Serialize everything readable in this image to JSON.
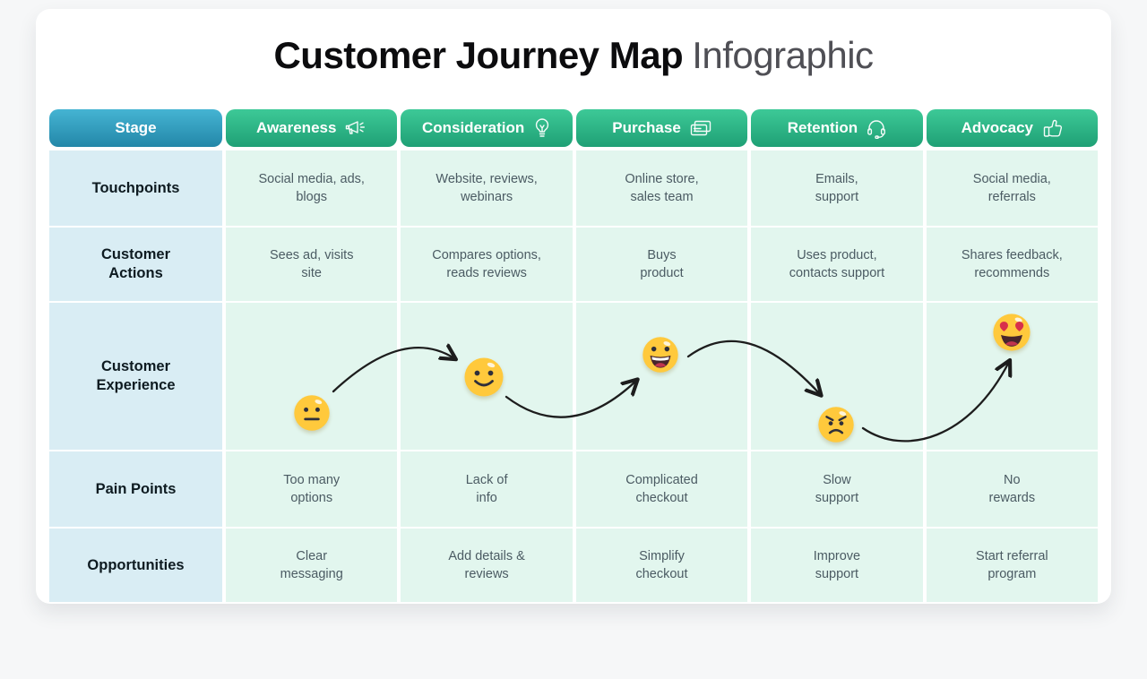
{
  "title": {
    "main": "Customer Journey Map",
    "suffix": "Infographic"
  },
  "colors": {
    "stage_header_top": "#45b4d3",
    "stage_header_bottom": "#2387a8",
    "stage_column_header_top": "#3dc997",
    "stage_column_header_bottom": "#1fa075",
    "row_label_cell": "#d9edf4",
    "data_cell": "#e2f6ee",
    "emoji_yellow": "#ffc93c",
    "arrow": "#1d1d1d"
  },
  "table": {
    "stage_label": "Stage",
    "stages": [
      {
        "label": "Awareness",
        "icon": "megaphone-icon"
      },
      {
        "label": "Consideration",
        "icon": "lightbulb-icon"
      },
      {
        "label": "Purchase",
        "icon": "credit-card-icon"
      },
      {
        "label": "Retention",
        "icon": "headset-icon"
      },
      {
        "label": "Advocacy",
        "icon": "thumbs-up-icon"
      }
    ],
    "rows": {
      "touchpoints": {
        "label": "Touchpoints",
        "cells": [
          "Social media, ads,\nblogs",
          "Website, reviews,\nwebinars",
          "Online store,\nsales team",
          "Emails,\nsupport",
          "Social media,\nreferrals"
        ]
      },
      "customer_actions": {
        "label": "Customer\nActions",
        "cells": [
          "Sees ad, visits\nsite",
          "Compares options,\nreads reviews",
          "Buys\nproduct",
          "Uses product,\ncontacts support",
          "Shares feedback,\nrecommends"
        ]
      },
      "customer_experience": {
        "label": "Customer\nExperience",
        "emojis": [
          "neutral-face",
          "slightly-smiling-face",
          "grinning-face",
          "angry-face",
          "smiling-face-with-heart-eyes"
        ]
      },
      "pain_points": {
        "label": "Pain Points",
        "cells": [
          "Too many\noptions",
          "Lack of\ninfo",
          "Complicated\ncheckout",
          "Slow\nsupport",
          "No\nrewards"
        ]
      },
      "opportunities": {
        "label": "Opportunities",
        "cells": [
          "Clear\nmessaging",
          "Add details &\nreviews",
          "Simplify\ncheckout",
          "Improve\nsupport",
          "Start referral\nprogram"
        ]
      }
    }
  }
}
